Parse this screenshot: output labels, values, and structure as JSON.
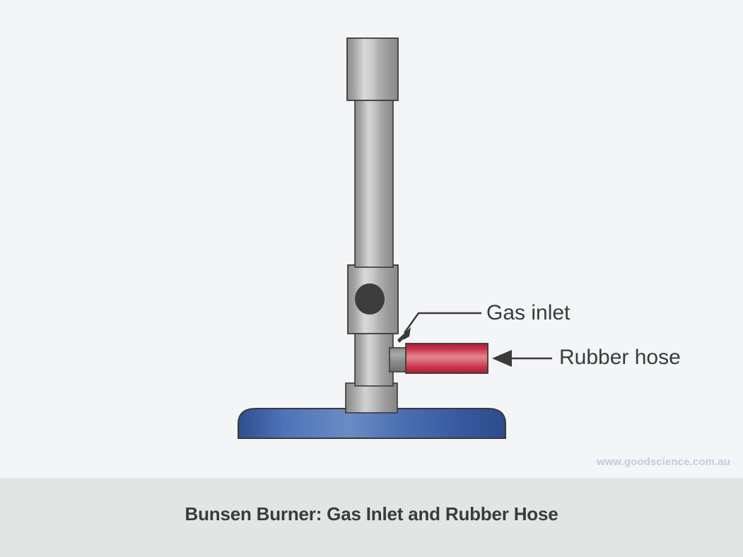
{
  "figure": {
    "caption": "Bunsen Burner: Gas Inlet and Rubber Hose",
    "watermark": "www.goodscience.com.au",
    "background_color": "#f4f5f7",
    "caption_bar_color": "#e1e6e5"
  },
  "labels": [
    {
      "id": "gas-inlet",
      "text": "Gas inlet",
      "pointer": "bent-leader-line-with-arrowhead",
      "points_to": "gas inlet nozzle on burner collar"
    },
    {
      "id": "rubber-hose",
      "text": "Rubber hose",
      "pointer": "straight-leader-line-with-arrowhead",
      "points_to": "red rubber hose"
    }
  ],
  "diagram": {
    "subject": "Bunsen burner",
    "parts": [
      {
        "name": "barrel-top-collar",
        "description": "Wide metal collar at top of burner barrel",
        "color": "#9a9a9a"
      },
      {
        "name": "barrel",
        "description": "Vertical metal tube (chimney) of the burner",
        "color": "#a3a3a3"
      },
      {
        "name": "air-hole-collar",
        "description": "Adjustable collar with air hole",
        "color": "#9c9c9c"
      },
      {
        "name": "air-hole",
        "description": "Dark circular air intake opening",
        "color": "#3b3b3b"
      },
      {
        "name": "gas-inlet-nozzle",
        "description": "Short horizontal metal stub on the right side of the collar",
        "color": "#6e6e6e"
      },
      {
        "name": "rubber-hose",
        "description": "Red rubber gas hose attached to the gas inlet",
        "color": "#c8334a"
      },
      {
        "name": "stem-foot",
        "description": "Wider metal section where the barrel meets the base",
        "color": "#9c9c9c"
      },
      {
        "name": "base",
        "description": "Heavy blue rounded base of the burner",
        "color": "#3f63a8"
      }
    ]
  }
}
